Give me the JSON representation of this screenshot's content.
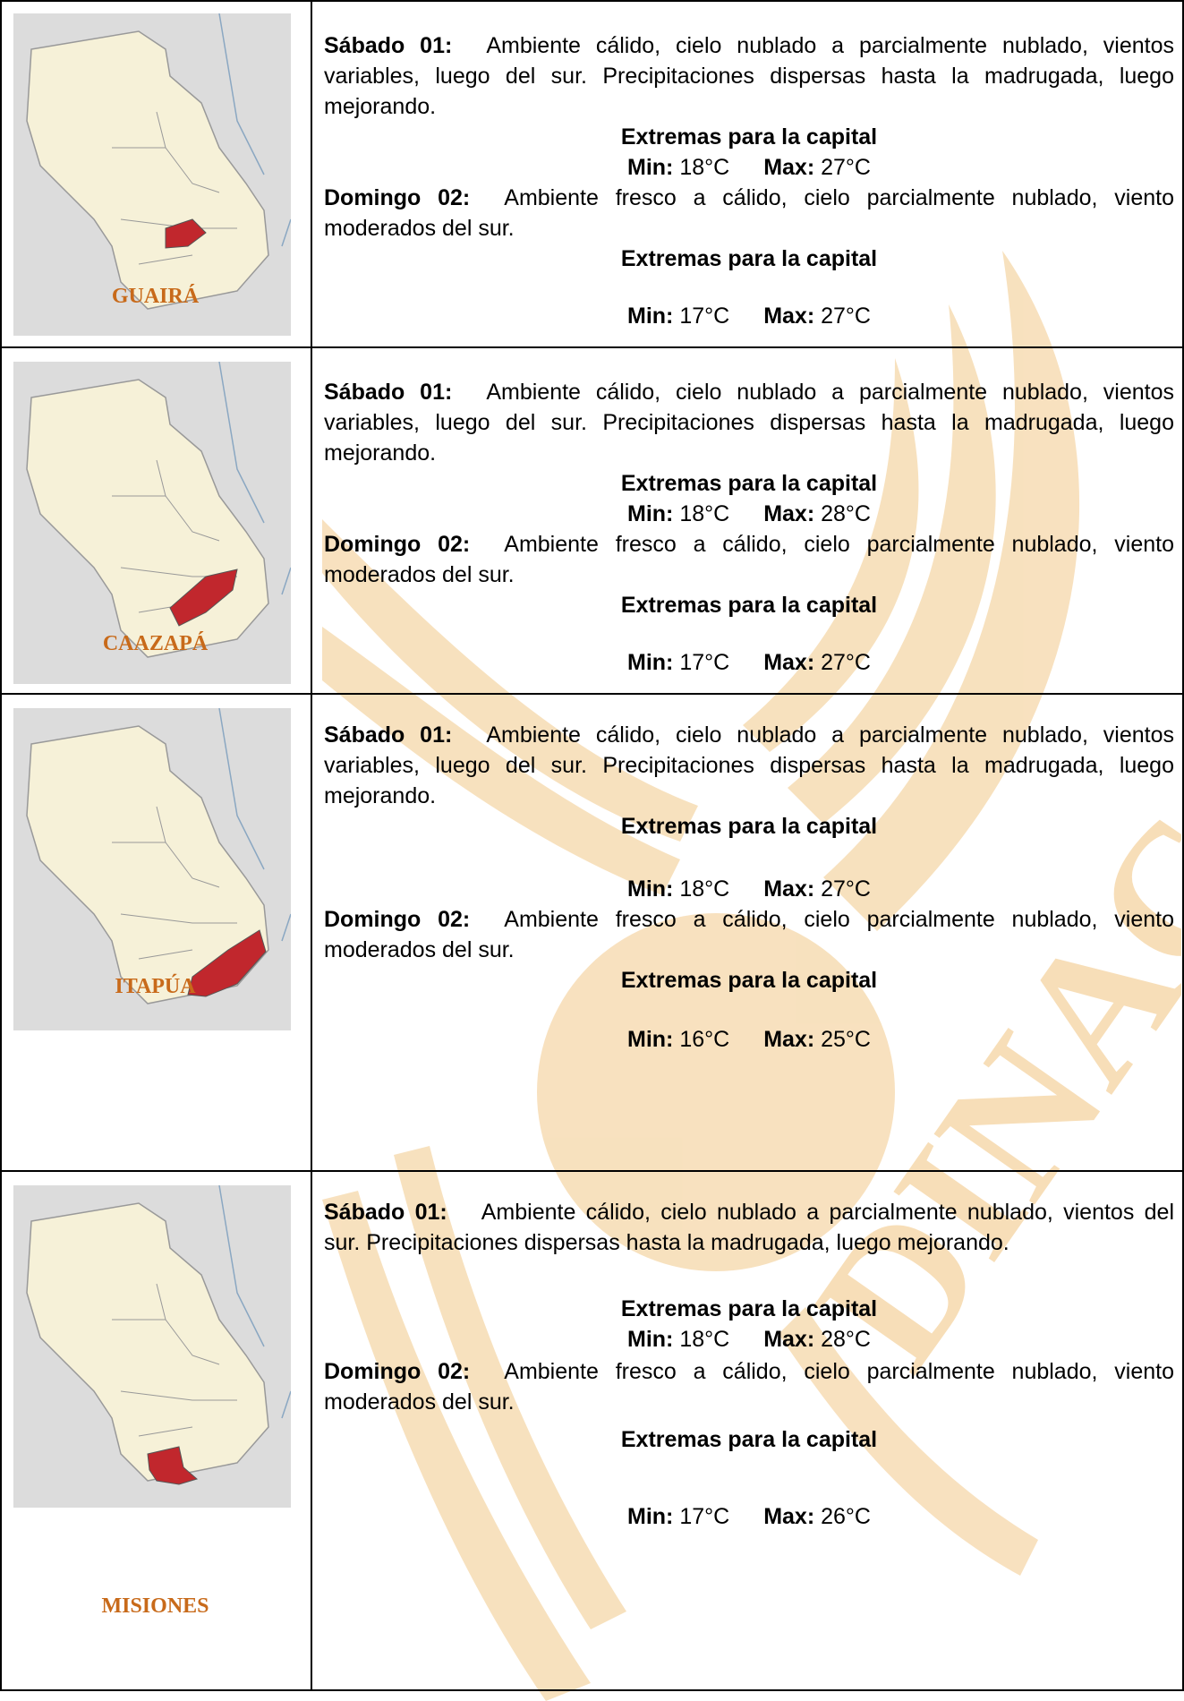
{
  "colors": {
    "highlight": "#c1272d",
    "dept_label": "#c86a1a",
    "map_land": "#f6f1d8",
    "map_bg": "#dcdcdc",
    "watermark": "#f2c98a"
  },
  "watermark_text": "DINAC",
  "labels": {
    "sat": "Sábado 01:",
    "sun": "Domingo 02:",
    "extremes": "Extremas para la capital",
    "min": "Min:",
    "max": "Max:"
  },
  "rows": [
    {
      "department": "GUAIRÁ",
      "sat_text": "Ambiente cálido, cielo nublado a parcialmente nublado, vientos variables, luego del sur. Precipitaciones dispersas hasta la madrugada, luego mejorando.",
      "sat_min": "18°C",
      "sat_max": "27°C",
      "sun_text": "Ambiente fresco a cálido, cielo parcialmente nublado, viento moderados del sur.",
      "sun_min": "17°C",
      "sun_max": "27°C"
    },
    {
      "department": "CAAZAPÁ",
      "sat_text": "Ambiente cálido, cielo nublado a parcialmente nublado, vientos variables, luego del sur. Precipitaciones dispersas hasta la madrugada, luego mejorando.",
      "sat_min": "18°C",
      "sat_max": "28°C",
      "sun_text": "Ambiente fresco a cálido, cielo parcialmente nublado, viento moderados del sur.",
      "sun_min": "17°C",
      "sun_max": "27°C"
    },
    {
      "department": "ITAPÚA",
      "sat_text": "Ambiente cálido, cielo nublado a parcialmente nublado, vientos variables, luego del sur. Precipitaciones dispersas hasta la madrugada, luego mejorando.",
      "sat_min": "18°C",
      "sat_max": "27°C",
      "sun_text": "Ambiente fresco a cálido, cielo parcialmente nublado, viento moderados del sur.",
      "sun_min": "16°C",
      "sun_max": "25°C"
    },
    {
      "department": "MISIONES",
      "sat_text": "Ambiente cálido, cielo nublado a parcialmente nublado, vientos del sur. Precipitaciones dispersas hasta la madrugada, luego mejorando.",
      "sat_min": "18°C",
      "sat_max": "28°C",
      "sun_text": "Ambiente fresco a cálido, cielo parcialmente nublado, viento moderados del sur.",
      "sun_min": "17°C",
      "sun_max": "26°C"
    }
  ]
}
